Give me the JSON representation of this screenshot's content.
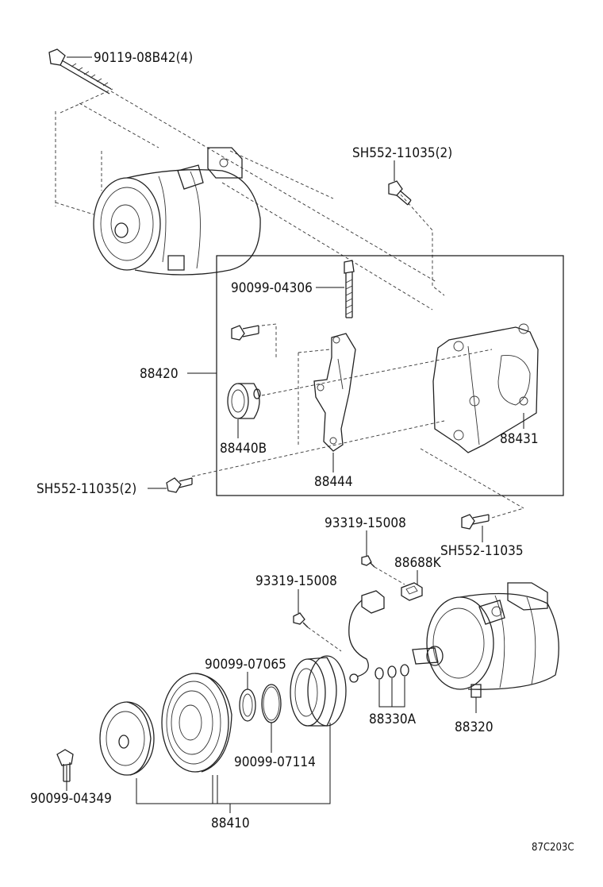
{
  "callouts": {
    "bolt_top": "90119-08B42(4)",
    "sh552_top": "SH552-11035(2)",
    "bolt_88420": "90099-04306",
    "bracket_assy": "88420",
    "idler": "88440B",
    "bracket": "88431",
    "plate": "88444",
    "sh552_left": "SH552-11035(2)",
    "screw_a": "93319-15008",
    "sh552_right": "SH552-11035",
    "sensor": "88688K",
    "screw_b": "93319-15008",
    "snap_ring_a": "90099-07065",
    "shims": "88330A",
    "compressor": "88320",
    "snap_ring_b": "90099-07114",
    "bolt_bottom": "90099-04349",
    "clutch": "88410"
  },
  "figure_ref": "87C203C"
}
